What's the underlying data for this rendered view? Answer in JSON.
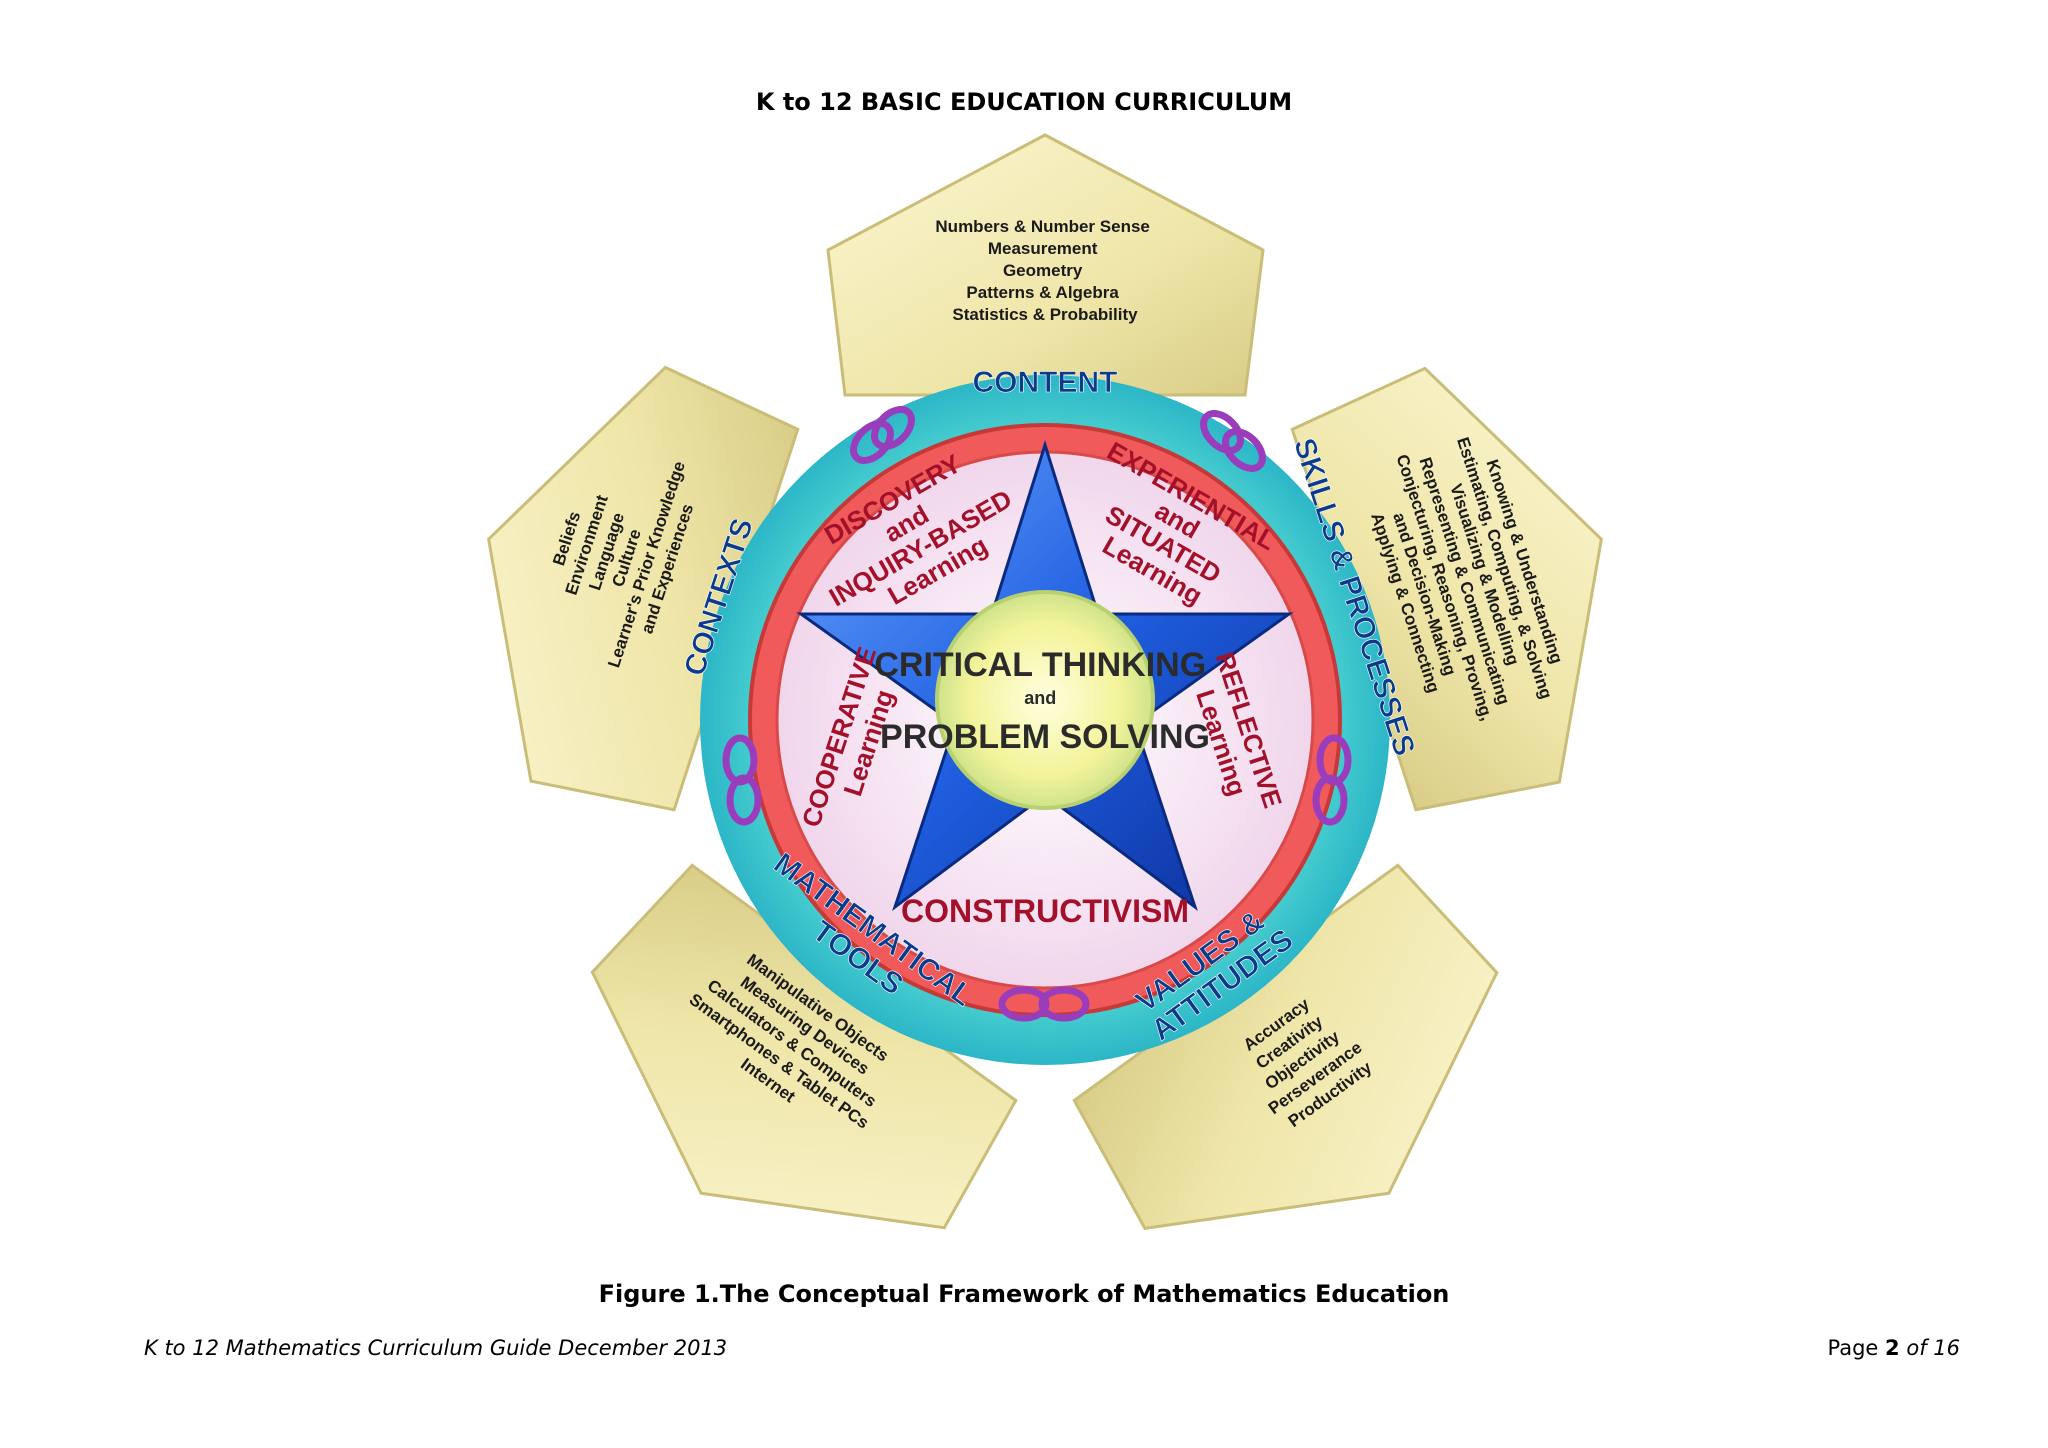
{
  "header": {
    "title": "K to 12 BASIC EDUCATION CURRICULUM"
  },
  "figure": {
    "content": {
      "label": "CONTENT",
      "items": [
        "Numbers & Number Sense",
        "Measurement",
        "Geometry",
        "Patterns & Algebra",
        "Statistics & Probability"
      ]
    },
    "skills": {
      "label": "SKILLS & PROCESSES",
      "items": [
        "Knowing & Understanding",
        "Estimating, Computing, & Solving",
        "Visualizing & Modelling",
        "Representing & Communicating",
        "Conjecturing, Reasoning, Proving,",
        "and Decision-Making",
        "Applying & Connecting"
      ]
    },
    "values": {
      "label_1": "VALUES &",
      "label_2": "ATTITUDES",
      "items": [
        "Accuracy",
        "Creativity",
        "Objectivity",
        "Perseverance",
        "Productivity"
      ]
    },
    "tools": {
      "label_1": "MATHEMATICAL",
      "label_2": "TOOLS",
      "items": [
        "Manipulative Objects",
        "Measuring Devices",
        "Calculators & Computers",
        "Smartphones & Tablet PCs",
        "Internet"
      ]
    },
    "contexts": {
      "label": "CONTEXTS",
      "items": [
        "Beliefs",
        "Environment",
        "Language",
        "Culture",
        "Learner's Prior Knowledge",
        "and Experiences"
      ]
    },
    "approaches": {
      "discovery": [
        "DISCOVERY",
        "and",
        "INQUIRY-BASED",
        "Learning"
      ],
      "experiential": [
        "EXPERIENTIAL",
        "and",
        "SITUATED",
        "Learning"
      ],
      "reflective": [
        "REFLECTIVE",
        "Learning"
      ],
      "constructivism": [
        "CONSTRUCTIVISM"
      ],
      "cooperative": [
        "COOPERATIVE",
        "Learning"
      ]
    },
    "center": {
      "line_1": "CRITICAL THINKING",
      "line_2": "and",
      "line_3": "PROBLEM SOLVING"
    },
    "links": {
      "symbol": "CO"
    }
  },
  "caption": "Figure 1.The Conceptual Framework of Mathematics Education",
  "footer": {
    "left": "K to 12 Mathematics Curriculum Guide December 2013",
    "page_prefix": "Page",
    "page_number": "2",
    "page_suffix": "of 16"
  }
}
